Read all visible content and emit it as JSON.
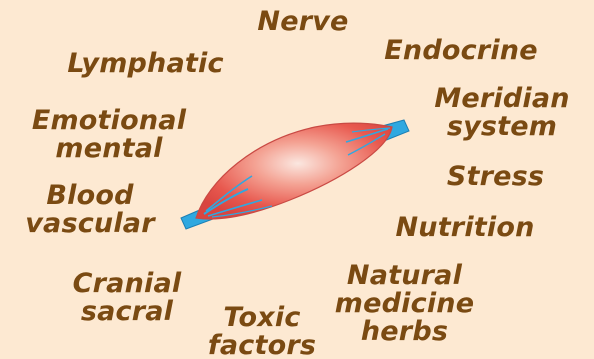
{
  "theme": {
    "background": "#fde9d2",
    "text_color": "#7a4a12",
    "muscle_color": "#e8594f",
    "tendon_color": "#2fa8e0"
  },
  "muscle": {
    "icon": "muscle-icon"
  },
  "labels": {
    "nerve": [
      "Nerve"
    ],
    "lymphatic": [
      "Lymphatic"
    ],
    "endocrine": [
      "Endocrine"
    ],
    "emotional": [
      "Emotional",
      "mental"
    ],
    "meridian": [
      "Meridian",
      "system"
    ],
    "blood": [
      "Blood",
      "vascular"
    ],
    "stress": [
      "Stress"
    ],
    "nutrition": [
      "Nutrition"
    ],
    "cranial": [
      "Cranial",
      "sacral"
    ],
    "natural": [
      "Natural",
      "medicine",
      "herbs"
    ],
    "toxic": [
      "Toxic",
      "factors"
    ]
  }
}
